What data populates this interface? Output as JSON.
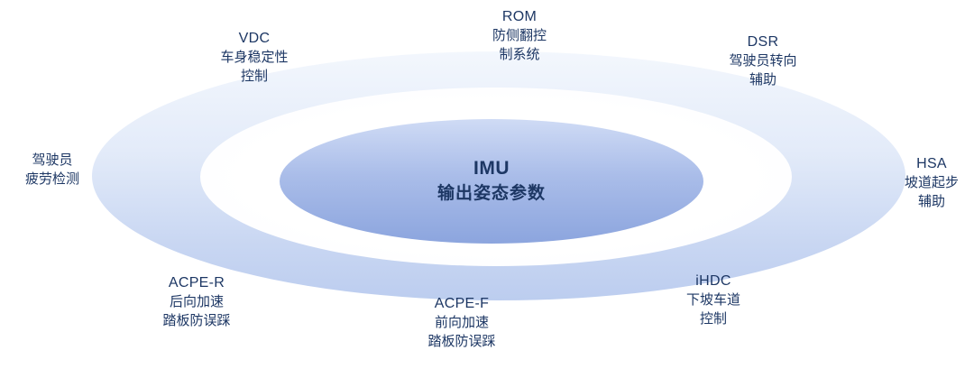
{
  "diagram": {
    "type": "concentric-ellipse-hub",
    "center": {
      "line1": "IMU",
      "line2": "输出姿态参数"
    },
    "labels": [
      {
        "id": "vdc",
        "lines": [
          "VDC",
          "车身稳定性",
          "控制"
        ]
      },
      {
        "id": "rom",
        "lines": [
          "ROM",
          "防侧翻控",
          "制系统"
        ]
      },
      {
        "id": "dsr",
        "lines": [
          "DSR",
          "驾驶员转向",
          "辅助"
        ]
      },
      {
        "id": "fatigue",
        "lines": [
          "驾驶员",
          "疲劳检测",
          ""
        ]
      },
      {
        "id": "hsa",
        "lines": [
          "HSA",
          "坡道起步",
          "辅助"
        ]
      },
      {
        "id": "acpe-r",
        "lines": [
          "ACPE-R",
          "后向加速",
          "踏板防误踩"
        ]
      },
      {
        "id": "acpe-f",
        "lines": [
          "ACPE-F",
          "前向加速",
          "踏板防误踩"
        ]
      },
      {
        "id": "ihdc",
        "lines": [
          "iHDC",
          "下坡车道",
          "控制"
        ]
      }
    ],
    "colors": {
      "text": "#1d3764",
      "outer_ellipse_top": "#f3f7fd",
      "outer_ellipse_bottom": "#bccdef",
      "ring": "#ffffff",
      "inner_ellipse_top": "#cfdbf5",
      "inner_ellipse_bottom": "#8ca5de",
      "background": "#ffffff"
    }
  }
}
